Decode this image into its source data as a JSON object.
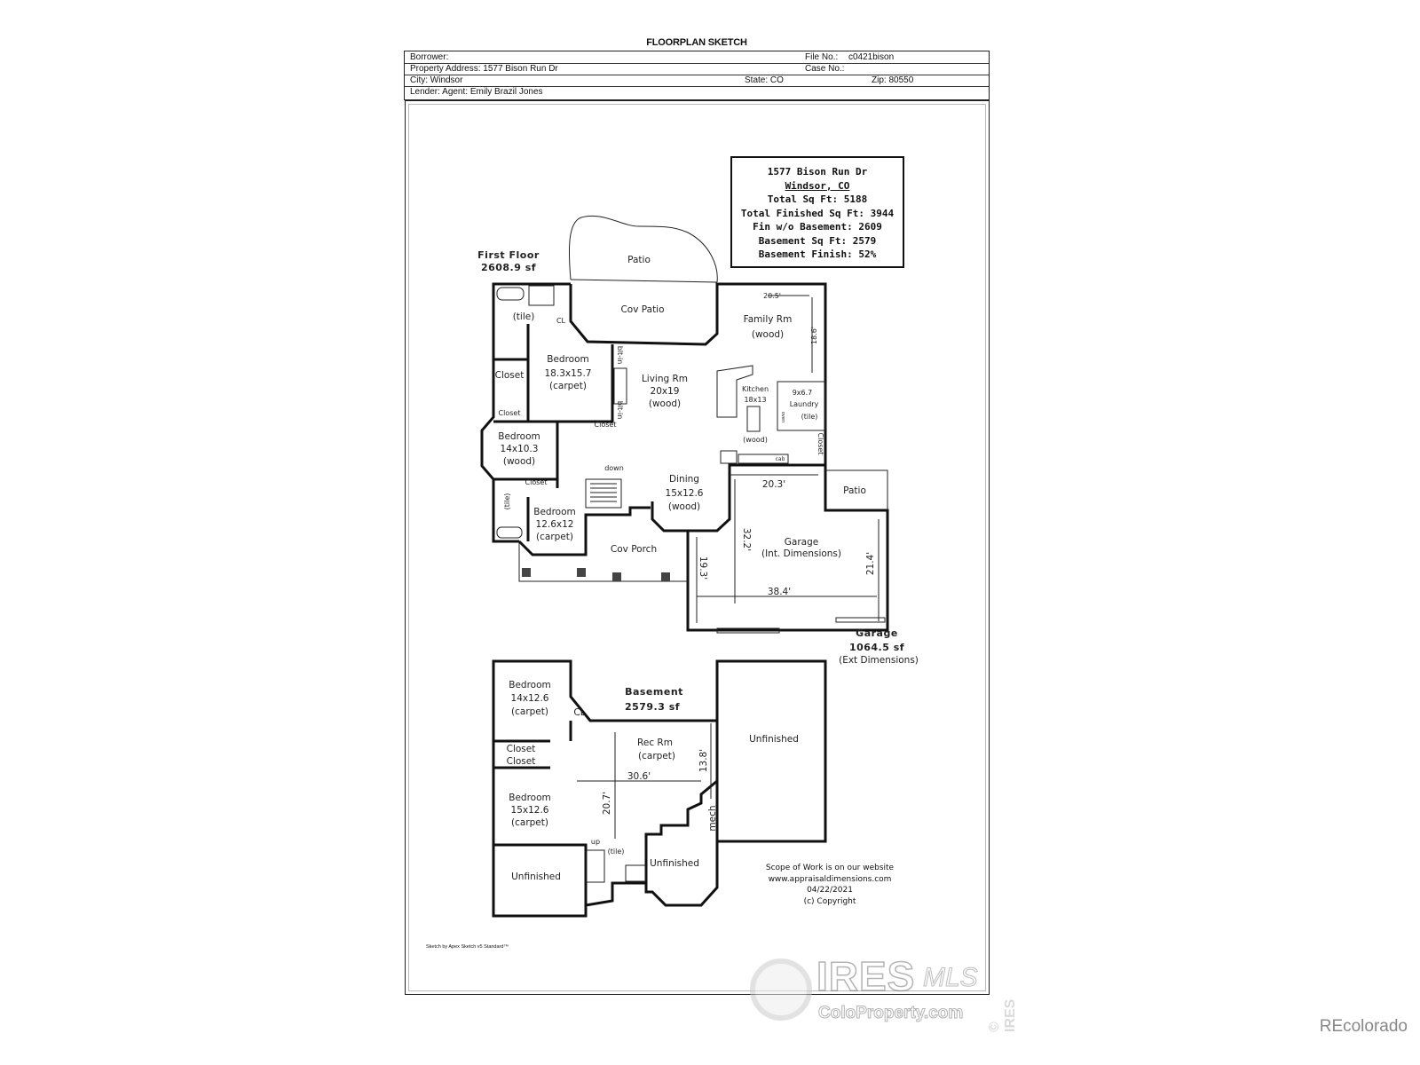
{
  "document": {
    "title": "FLOORPLAN SKETCH",
    "borrower_label": "Borrower:",
    "file_no_label": "File No.:",
    "file_no": "c0421bison",
    "property_address": "Property Address: 1577 Bison Run Dr",
    "case_no_label": "Case No.:",
    "city": "City: Windsor",
    "state": "State: CO",
    "zip": "Zip: 80550",
    "lender": "Lender: Agent:  Emily Brazil Jones"
  },
  "summary": {
    "address_line1": "1577 Bison Run Dr",
    "address_line2": "Windsor, CO",
    "total_sqft": "Total Sq Ft: 5188",
    "total_finished": "Total Finished Sq Ft: 3944",
    "fin_wo_basement": "Fin w/o Basement: 2609",
    "basement_sqft": "Basement Sq Ft: 2579",
    "basement_finish": "Basement Finish: 52%"
  },
  "first_floor": {
    "title": "First Floor",
    "area": "2608.9 sf",
    "labels": {
      "patio": "Patio",
      "cov_patio": "Cov Patio",
      "family_rm": "Family Rm",
      "family_floor": "(wood)",
      "dim_20_5": "20.5'",
      "dim_18_6": "18.6'",
      "tile": "(tile)",
      "cl": "CL",
      "closet1": "Closet",
      "closet2": "Closet",
      "closet3": "Closet",
      "closet4": "Closet",
      "closet5": "Closet",
      "bedroom1": "Bedroom",
      "bedroom1_dim": "18.3x15.7",
      "bedroom1_floor": "(carpet)",
      "bltin1": "blt-in",
      "bltin2": "blt-in",
      "living": "Living Rm",
      "living_dim": "20x19",
      "living_floor": "(wood)",
      "kitchen": "Kitchen",
      "kitchen_dim": "18x13",
      "kitchen_floor": "(wood)",
      "laundry_dim": "9x6.7",
      "laundry": "Laundry",
      "laundry_floor": "(tile)",
      "oven": "oven",
      "cab": "cab",
      "bedroom2": "Bedroom",
      "bedroom2_dim": "14x10.3",
      "bedroom2_floor": "(wood)",
      "down": "down",
      "bath_tile": "(tile)",
      "bedroom3": "Bedroom",
      "bedroom3_dim": "12.6x12",
      "bedroom3_floor": "(carpet)",
      "dining": "Dining",
      "dining_dim": "15x12.6",
      "dining_floor": "(wood)",
      "cov_porch": "Cov Porch",
      "patio2": "Patio",
      "dim_20_3": "20.3'",
      "dim_32_2": "32.2'",
      "dim_19_3": "19.3'",
      "dim_21_4": "21.4'",
      "dim_38_4": "38.4'",
      "garage": "Garage",
      "garage_sub": "(Int. Dimensions)"
    }
  },
  "garage": {
    "title": "Garage",
    "area": "1064.5 sf",
    "note": "(Ext Dimensions)"
  },
  "basement": {
    "title": "Basement",
    "area": "2579.3 sf",
    "labels": {
      "bedroom1": "Bedroom",
      "bedroom1_dim": "14x12.6",
      "bedroom1_floor": "(carpet)",
      "cl": "CL",
      "closet1": "Closet",
      "closet2": "Closet",
      "rec": "Rec Rm",
      "rec_floor": "(carpet)",
      "dim_30_6": "30.6'",
      "dim_13_8": "13.8'",
      "dim_20_7": "20.7'",
      "unfinished1": "Unfinished",
      "bedroom2": "Bedroom",
      "bedroom2_dim": "15x12.6",
      "bedroom2_floor": "(carpet)",
      "mech": "mech",
      "up": "up",
      "tile": "(tile)",
      "unfinished2": "Unfinished",
      "unfinished3": "Unfinished"
    }
  },
  "scope": {
    "line1": "Scope of Work is on our website",
    "line2": "www.appraisaldimensions.com",
    "line3": "04/22/2021",
    "line4": "(c) Copyright"
  },
  "credit": "Sketch by Apex Sketch v5 Standard™",
  "watermark": {
    "brand": "IRES",
    "mls": "MLS",
    "site": "ColoProperty.com",
    "side": "© IRES"
  },
  "recolorado": "REcolorado"
}
